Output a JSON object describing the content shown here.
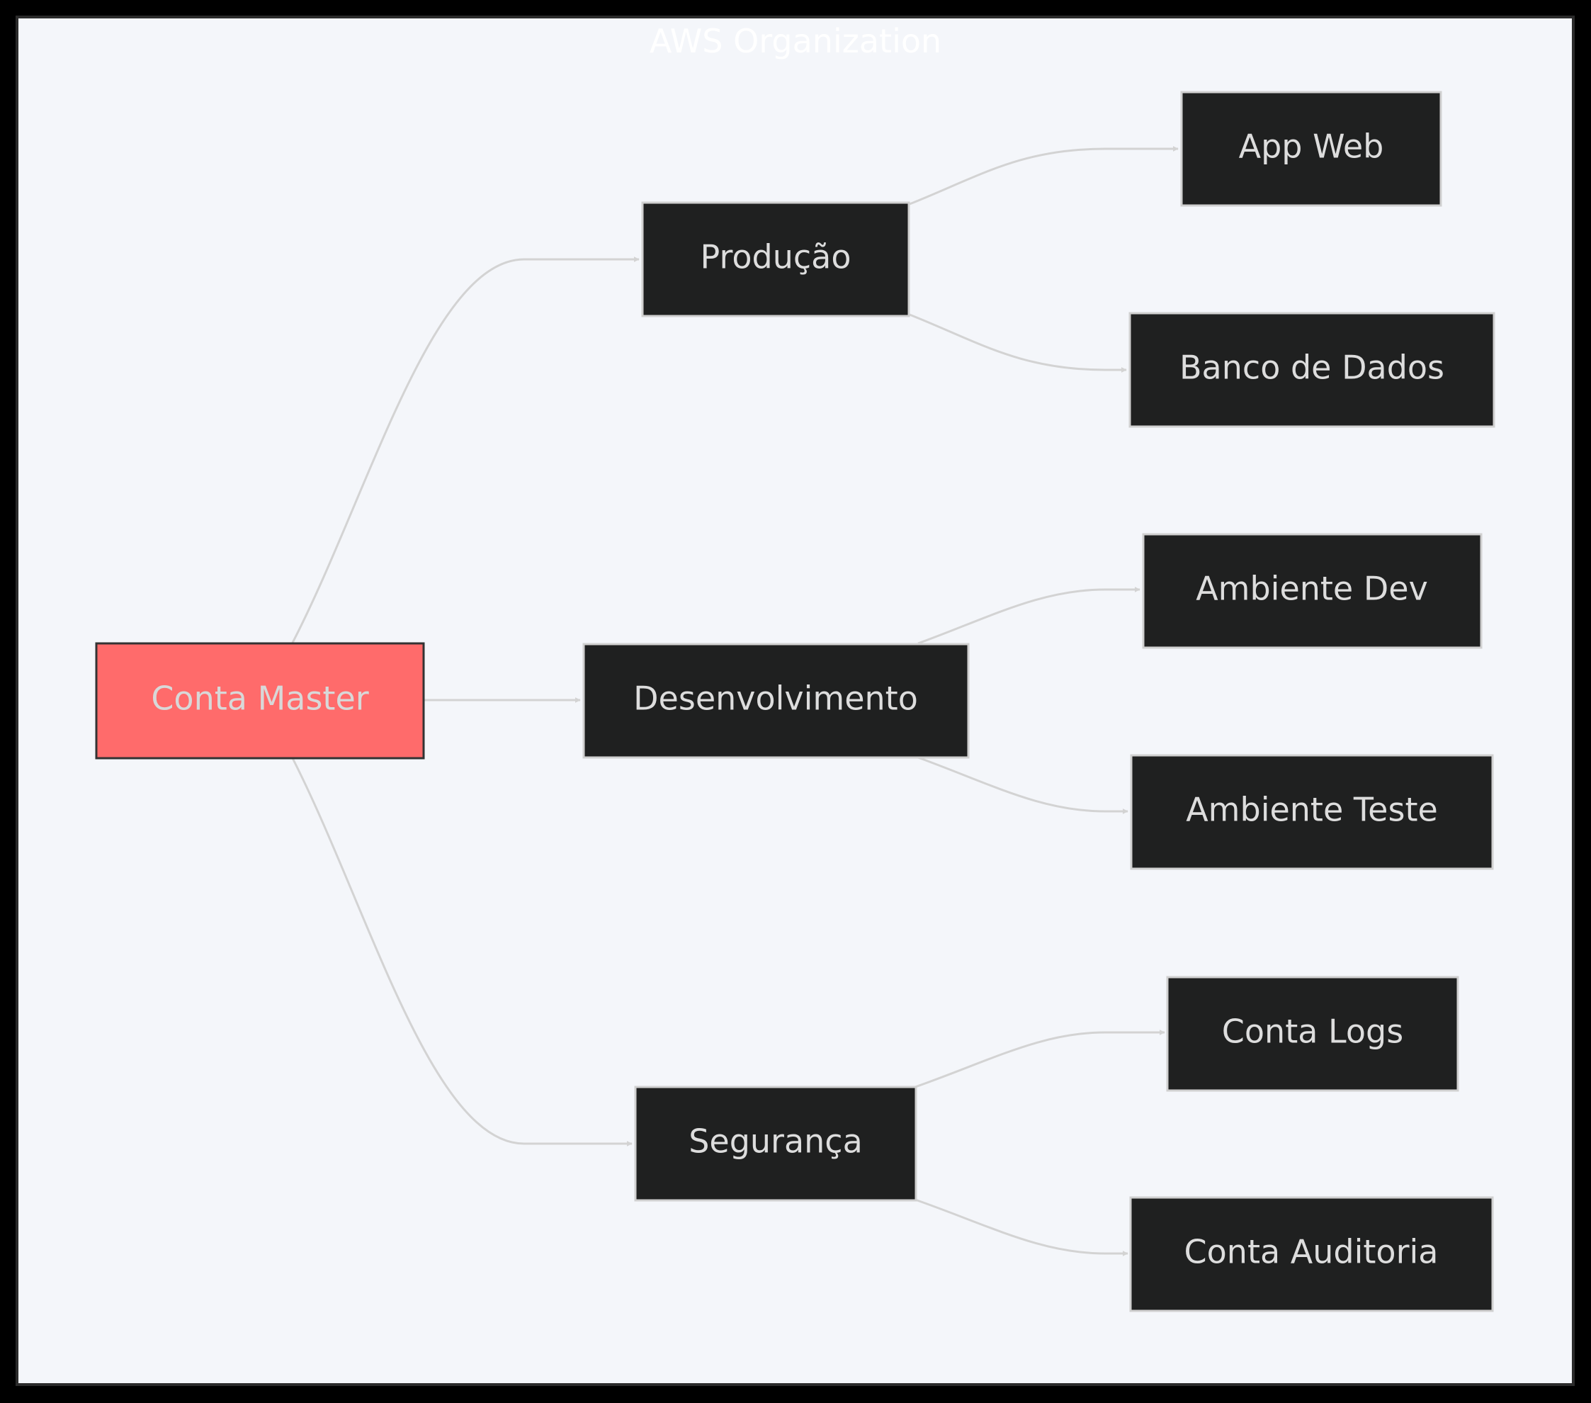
{
  "diagram": {
    "title": "AWS Organization",
    "colors": {
      "background": "#000000",
      "cluster_fill": "#f4f6fa",
      "node_fill": "#1f2020",
      "node_stroke": "#d0d0d0",
      "root_fill": "#ff6b6b",
      "edge": "#d3d3d3",
      "label_text": "#dddddd"
    },
    "nodes": {
      "root": {
        "label": "Conta Master"
      },
      "producao": {
        "label": "Produção"
      },
      "desenvolvimento": {
        "label": "Desenvolvimento"
      },
      "seguranca": {
        "label": "Segurança"
      },
      "app_web": {
        "label": "App Web"
      },
      "banco_dados": {
        "label": "Banco de Dados"
      },
      "ambiente_dev": {
        "label": "Ambiente Dev"
      },
      "ambiente_teste": {
        "label": "Ambiente Teste"
      },
      "conta_logs": {
        "label": "Conta Logs"
      },
      "conta_auditoria": {
        "label": "Conta Auditoria"
      }
    },
    "edges": [
      {
        "from": "root",
        "to": "producao"
      },
      {
        "from": "root",
        "to": "desenvolvimento"
      },
      {
        "from": "root",
        "to": "seguranca"
      },
      {
        "from": "producao",
        "to": "app_web"
      },
      {
        "from": "producao",
        "to": "banco_dados"
      },
      {
        "from": "desenvolvimento",
        "to": "ambiente_dev"
      },
      {
        "from": "desenvolvimento",
        "to": "ambiente_teste"
      },
      {
        "from": "seguranca",
        "to": "conta_logs"
      },
      {
        "from": "seguranca",
        "to": "conta_auditoria"
      }
    ]
  }
}
